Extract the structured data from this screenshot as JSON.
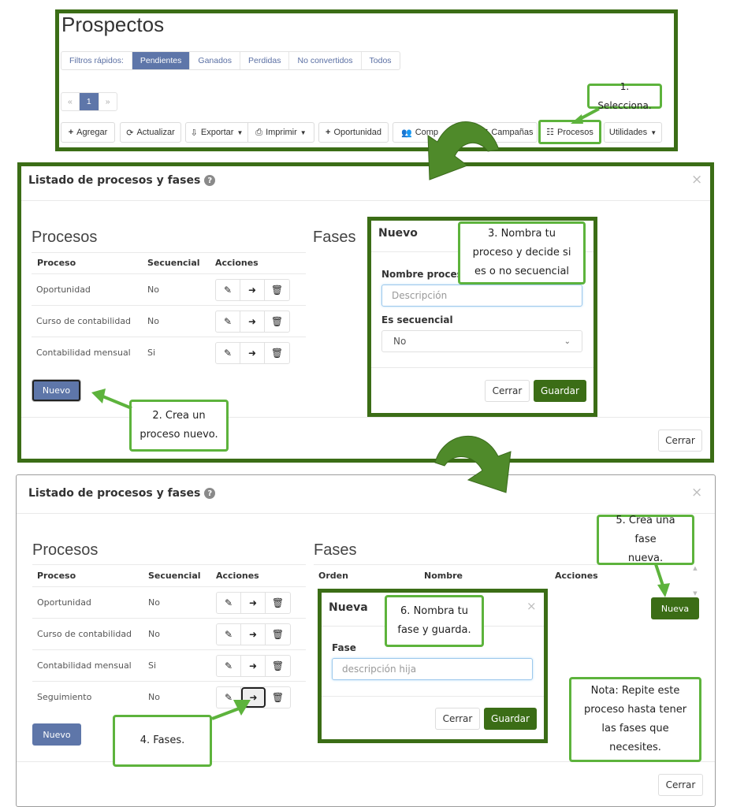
{
  "top": {
    "title": "Prospectos",
    "filters": {
      "label": "Filtros rápidos:",
      "items": [
        "Pendientes",
        "Ganados",
        "Perdidas",
        "No convertidos",
        "Todos"
      ],
      "active": "Pendientes"
    },
    "pagination": {
      "prev": "«",
      "page": "1",
      "next": "»"
    },
    "toolbar": {
      "agregar": "Agregar",
      "actualizar": "Actualizar",
      "exportar": "Exportar",
      "imprimir": "Imprimir",
      "oportunidad": "Oportunidad",
      "compartir": "Comp",
      "campanas": "Campañas",
      "procesos": "Procesos",
      "utilidades": "Utilidades"
    },
    "callout": "1. Selecciona."
  },
  "modal1": {
    "title": "Listado de procesos y fases",
    "close": "×",
    "procesos_title": "Procesos",
    "fases_title": "Fases",
    "columns": [
      "Proceso",
      "Secuencial",
      "Acciones"
    ],
    "rows": [
      {
        "proceso": "Oportunidad",
        "secuencial": "No"
      },
      {
        "proceso": "Curso de contabilidad",
        "secuencial": "No"
      },
      {
        "proceso": "Contabilidad mensual",
        "secuencial": "Si"
      }
    ],
    "nuevo_button": "Nuevo",
    "cerrar_button": "Cerrar",
    "callout_2": [
      "2. Crea un",
      "proceso nuevo."
    ],
    "sub_modal": {
      "title": "Nuevo",
      "nombre_label": "Nombre proceso",
      "nombre_placeholder": "Descripción",
      "secuencial_label": "Es secuencial",
      "secuencial_value": "No",
      "cerrar": "Cerrar",
      "guardar": "Guardar"
    },
    "callout_3": [
      "3. Nombra tu",
      "proceso y decide si",
      "es o no secuencial"
    ]
  },
  "modal2": {
    "title": "Listado de procesos y fases",
    "close": "×",
    "procesos_title": "Procesos",
    "fases_title": "Fases",
    "columns": [
      "Proceso",
      "Secuencial",
      "Acciones"
    ],
    "rows": [
      {
        "proceso": "Oportunidad",
        "secuencial": "No"
      },
      {
        "proceso": "Curso de contabilidad",
        "secuencial": "No"
      },
      {
        "proceso": "Contabilidad mensual",
        "secuencial": "Si"
      },
      {
        "proceso": "Seguimiento",
        "secuencial": "No"
      }
    ],
    "fases_columns": [
      "Orden",
      "Nombre",
      "Acciones"
    ],
    "nueva_button": "Nueva",
    "nuevo_button": "Nuevo",
    "cerrar_button": "Cerrar",
    "callout_4": "4. Fases.",
    "callout_5": [
      "5. Crea una fase",
      "nueva."
    ],
    "callout_6": [
      "6. Nombra tu",
      "fase y guarda."
    ],
    "note": [
      "Nota: Repite este",
      "proceso hasta tener",
      "las fases que",
      "necesites."
    ],
    "sub_modal": {
      "title": "Nueva",
      "close": "×",
      "fase_label": "Fase",
      "fase_placeholder": "descripción hija",
      "cerrar": "Cerrar",
      "guardar": "Guardar"
    }
  },
  "colors": {
    "frame_green": "#3b6d16",
    "callout_green": "#5db33c",
    "primary_blue": "#5e76a9",
    "arrow_green": "#4f8a2a"
  }
}
